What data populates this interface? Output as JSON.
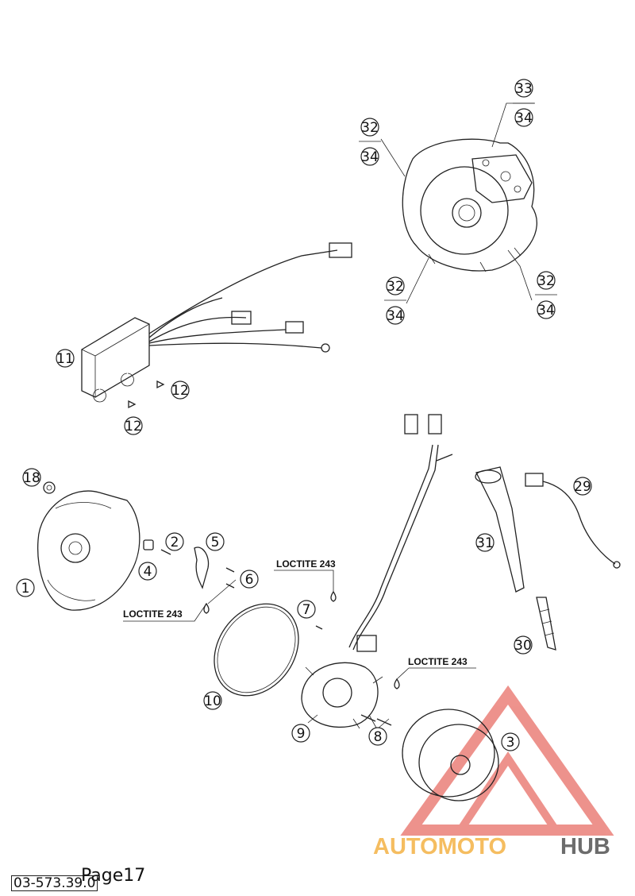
{
  "callouts": {
    "c1": "1",
    "c2": "2",
    "c3": "3",
    "c4": "4",
    "c5": "5",
    "c6": "6",
    "c7": "7",
    "c8": "8",
    "c9": "9",
    "c10": "10",
    "c11": "11",
    "c12a": "12",
    "c12b": "12",
    "c18": "18",
    "c29": "29",
    "c30": "30",
    "c31": "31",
    "c32a": "32",
    "c34a": "34",
    "c33": "33",
    "c34b": "34",
    "c32b": "32",
    "c34c": "34",
    "c32c": "32",
    "c34d": "34"
  },
  "loctite": {
    "top": "LOCTITE 243",
    "left": "LOCTITE 243",
    "right": "LOCTITE 243"
  },
  "watermark": {
    "part1": "AUTOMOTO",
    "part2": "HUB",
    "color1": "#f2a72c",
    "color2": "#3b3b3b",
    "triangle_color": "#e03a2f"
  },
  "page_label": "Page17",
  "doc_number": "03-573.39.0"
}
